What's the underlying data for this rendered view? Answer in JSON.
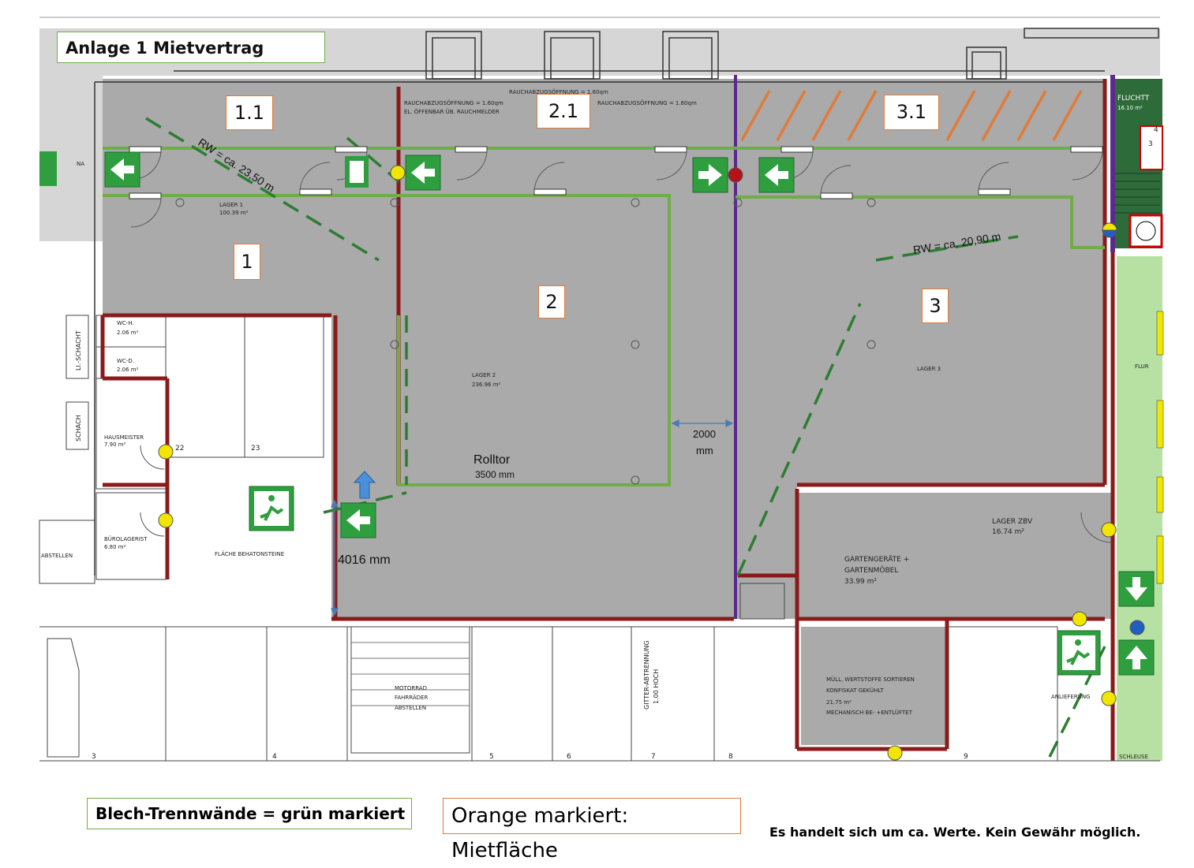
{
  "title": "Anlage 1 Mietvertrag",
  "rooms": {
    "r1_1": "1.1",
    "r2_1": "2.1",
    "r3_1": "3.1",
    "r1": "1",
    "r2": "2",
    "r3": "3"
  },
  "dims": {
    "rolltor": "Rolltor",
    "rolltor_mm": "3500 mm",
    "width_2000": "2000",
    "width_2000_unit": "mm",
    "width_4016": "4016 mm",
    "rw1": "RW = ca. 23,50 m",
    "rw2": "RW = ca. 20,90 m"
  },
  "plan_labels": {
    "lager1": "LAGER 1",
    "lager1_area": "100.39 m²",
    "lager2": "LAGER 2",
    "lager2_area": "236.96 m²",
    "lager3": "LAGER 3",
    "rauch1": "RAUCHABZUGSÖFFNUNG = 1.60qm",
    "rauch2": "EL. ÖFFENBAR ÜB. RAUCHMELDER",
    "rauch3": "RAUCHABZUGSÖFFNUNG = 1.60qm",
    "rauch_top": "RAUCHABZUGSÖFFNUNG = 1.60qm",
    "fluchtt": "FLUCHTT",
    "fluchtt_area": "16.10 m²",
    "flur": "FLUR",
    "wc_h": "WC-H.",
    "wc_h_area": "2.06 m²",
    "wc_d": "WC-D.",
    "wc_d_area": "2.06 m²",
    "hausmeister": "HAUSMEISTER",
    "hausmeister_area": "7.90 m²",
    "buero": "BÜROLAGERIST",
    "buero_area": "6.80 m²",
    "schacht1": "LI.-SCHACHT",
    "schacht2": "SCHACH",
    "n22": "22",
    "n23": "23",
    "flaeche": "FLÄCHE BEHATONSTEINE",
    "abstellen": "ABSTELLEN",
    "lager_zbv": "LAGER ZBV",
    "lager_zbv_area": "16.74 m²",
    "garten1": "GARTENGERÄTE +",
    "garten2": "GARTENMÖBEL",
    "garten_area": "33.99 m²",
    "muell1": "MÜLL, WERTSTOFFE SORTIEREN",
    "muell2": "KONFISKAT GEKÜHLT",
    "muell_area": "21.75 m²",
    "muell3": "MECHANISCH BE- +ENTLÜFTET",
    "motorrad1": "MOTORRAD",
    "motorrad2": "FAHRRÄDER",
    "motorrad3": "ABSTELLEN",
    "gitter1": "GITTER-ABTRENNUNG",
    "gitter2": "1.00 HOCH",
    "anlief": "ANLIEFERUNG",
    "schleuse": "SCHLEUSE",
    "na": "NA",
    "p3": "3",
    "p4": "4",
    "p5": "5",
    "p6": "6",
    "p7": "7",
    "p8": "8",
    "p9": "9",
    "stair4": "4",
    "stair3": "3"
  },
  "legend": {
    "green": "Blech-Trennwände = grün markiert",
    "orange": "Orange markiert: Mietfläche",
    "disclaimer": "Es handelt sich um ca. Werte. Kein Gewähr möglich."
  },
  "colors": {
    "floor": "#a9aaa9",
    "wall_red": "#8b1a1a",
    "partition_green": "#70ad47",
    "purple": "#5b2a8c",
    "orange": "#e07b39",
    "exit_green": "#2f9e3f",
    "corridor_green": "#b7e0a3",
    "yellow_marker": "#f2e600",
    "blue_marker": "#1f5fbf"
  }
}
